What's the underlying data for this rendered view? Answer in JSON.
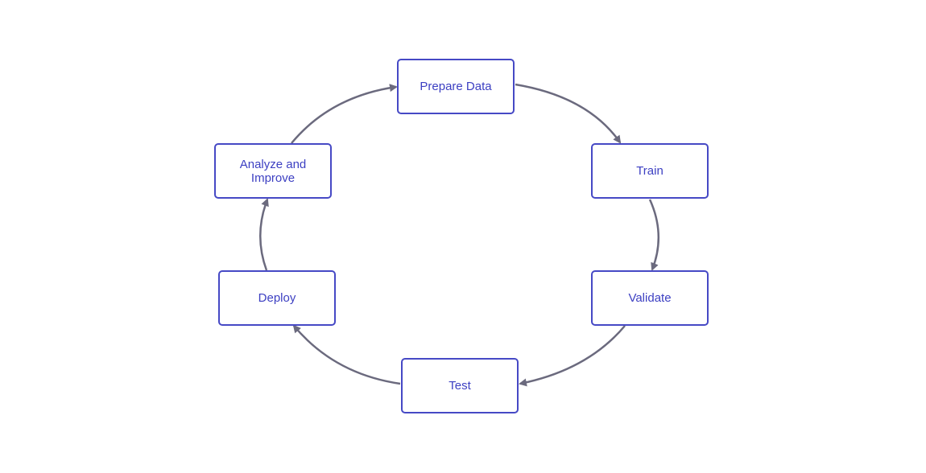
{
  "diagram": {
    "type": "cycle",
    "colors": {
      "node_border": "#4649c5",
      "node_text": "#3c3fc2",
      "edge": "#6b6a7e"
    },
    "nodes": {
      "prepare": "Prepare Data",
      "train": "Train",
      "validate": "Validate",
      "test": "Test",
      "deploy": "Deploy",
      "analyze": "Analyze and Improve"
    },
    "edges": [
      {
        "from": "Prepare Data",
        "to": "Train"
      },
      {
        "from": "Train",
        "to": "Validate"
      },
      {
        "from": "Validate",
        "to": "Test"
      },
      {
        "from": "Test",
        "to": "Deploy"
      },
      {
        "from": "Deploy",
        "to": "Analyze and Improve"
      },
      {
        "from": "Analyze and Improve",
        "to": "Prepare Data"
      }
    ]
  }
}
